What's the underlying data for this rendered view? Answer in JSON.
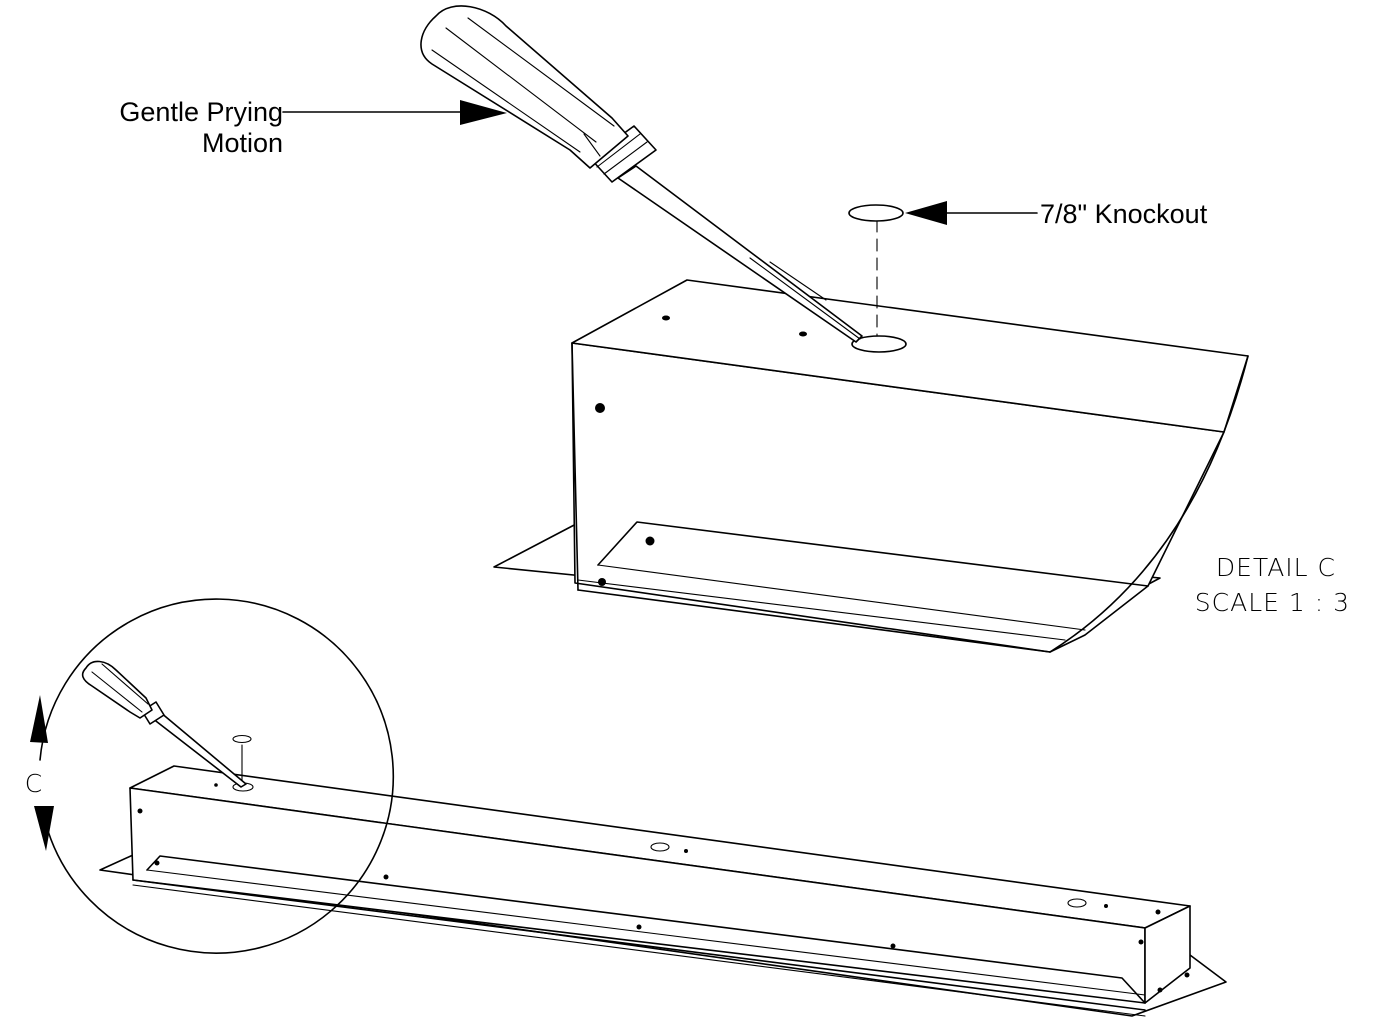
{
  "callouts": {
    "prying_line1": "Gentle Prying",
    "prying_line2": "Motion",
    "knockout": "7/8\" Knockout",
    "detail_title": "DETAIL C",
    "detail_scale": "SCALE 1 : 3",
    "detail_letter": "C"
  },
  "colors": {
    "line": "#000000",
    "background": "#ffffff"
  },
  "icons": [
    "screwdriver-icon",
    "knockout-disc-icon"
  ]
}
